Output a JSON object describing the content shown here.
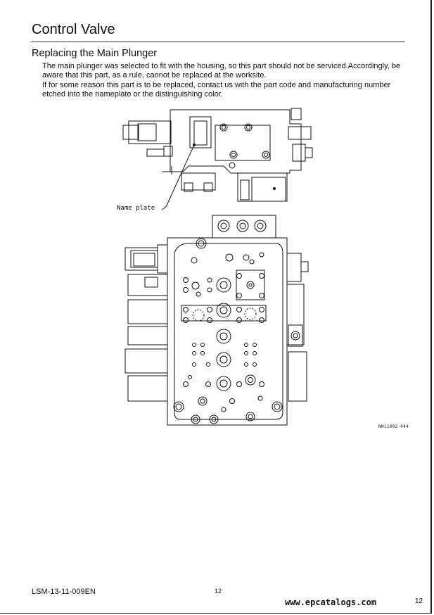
{
  "document": {
    "title": "Control Valve",
    "section_title": "Replacing the Main Plunger",
    "paragraphs": [
      "The main plunger was selected to fit with the housing, so this part should not be serviced.Accordingly, be aware that this part, as a rule, cannot be replaced at the worksite.",
      "If for some reason this part is to be replaced, contact us with the part code and manufacturing number etched into the nameplate or the distinguishing color."
    ]
  },
  "figure": {
    "callout_label": "Name plate",
    "figure_code": "NM11002-044"
  },
  "footer": {
    "doc_code": "LSM-13-11-009EN",
    "page_number": "12",
    "site_url": "www.epcatalogs.com",
    "page_number_right": "12"
  }
}
